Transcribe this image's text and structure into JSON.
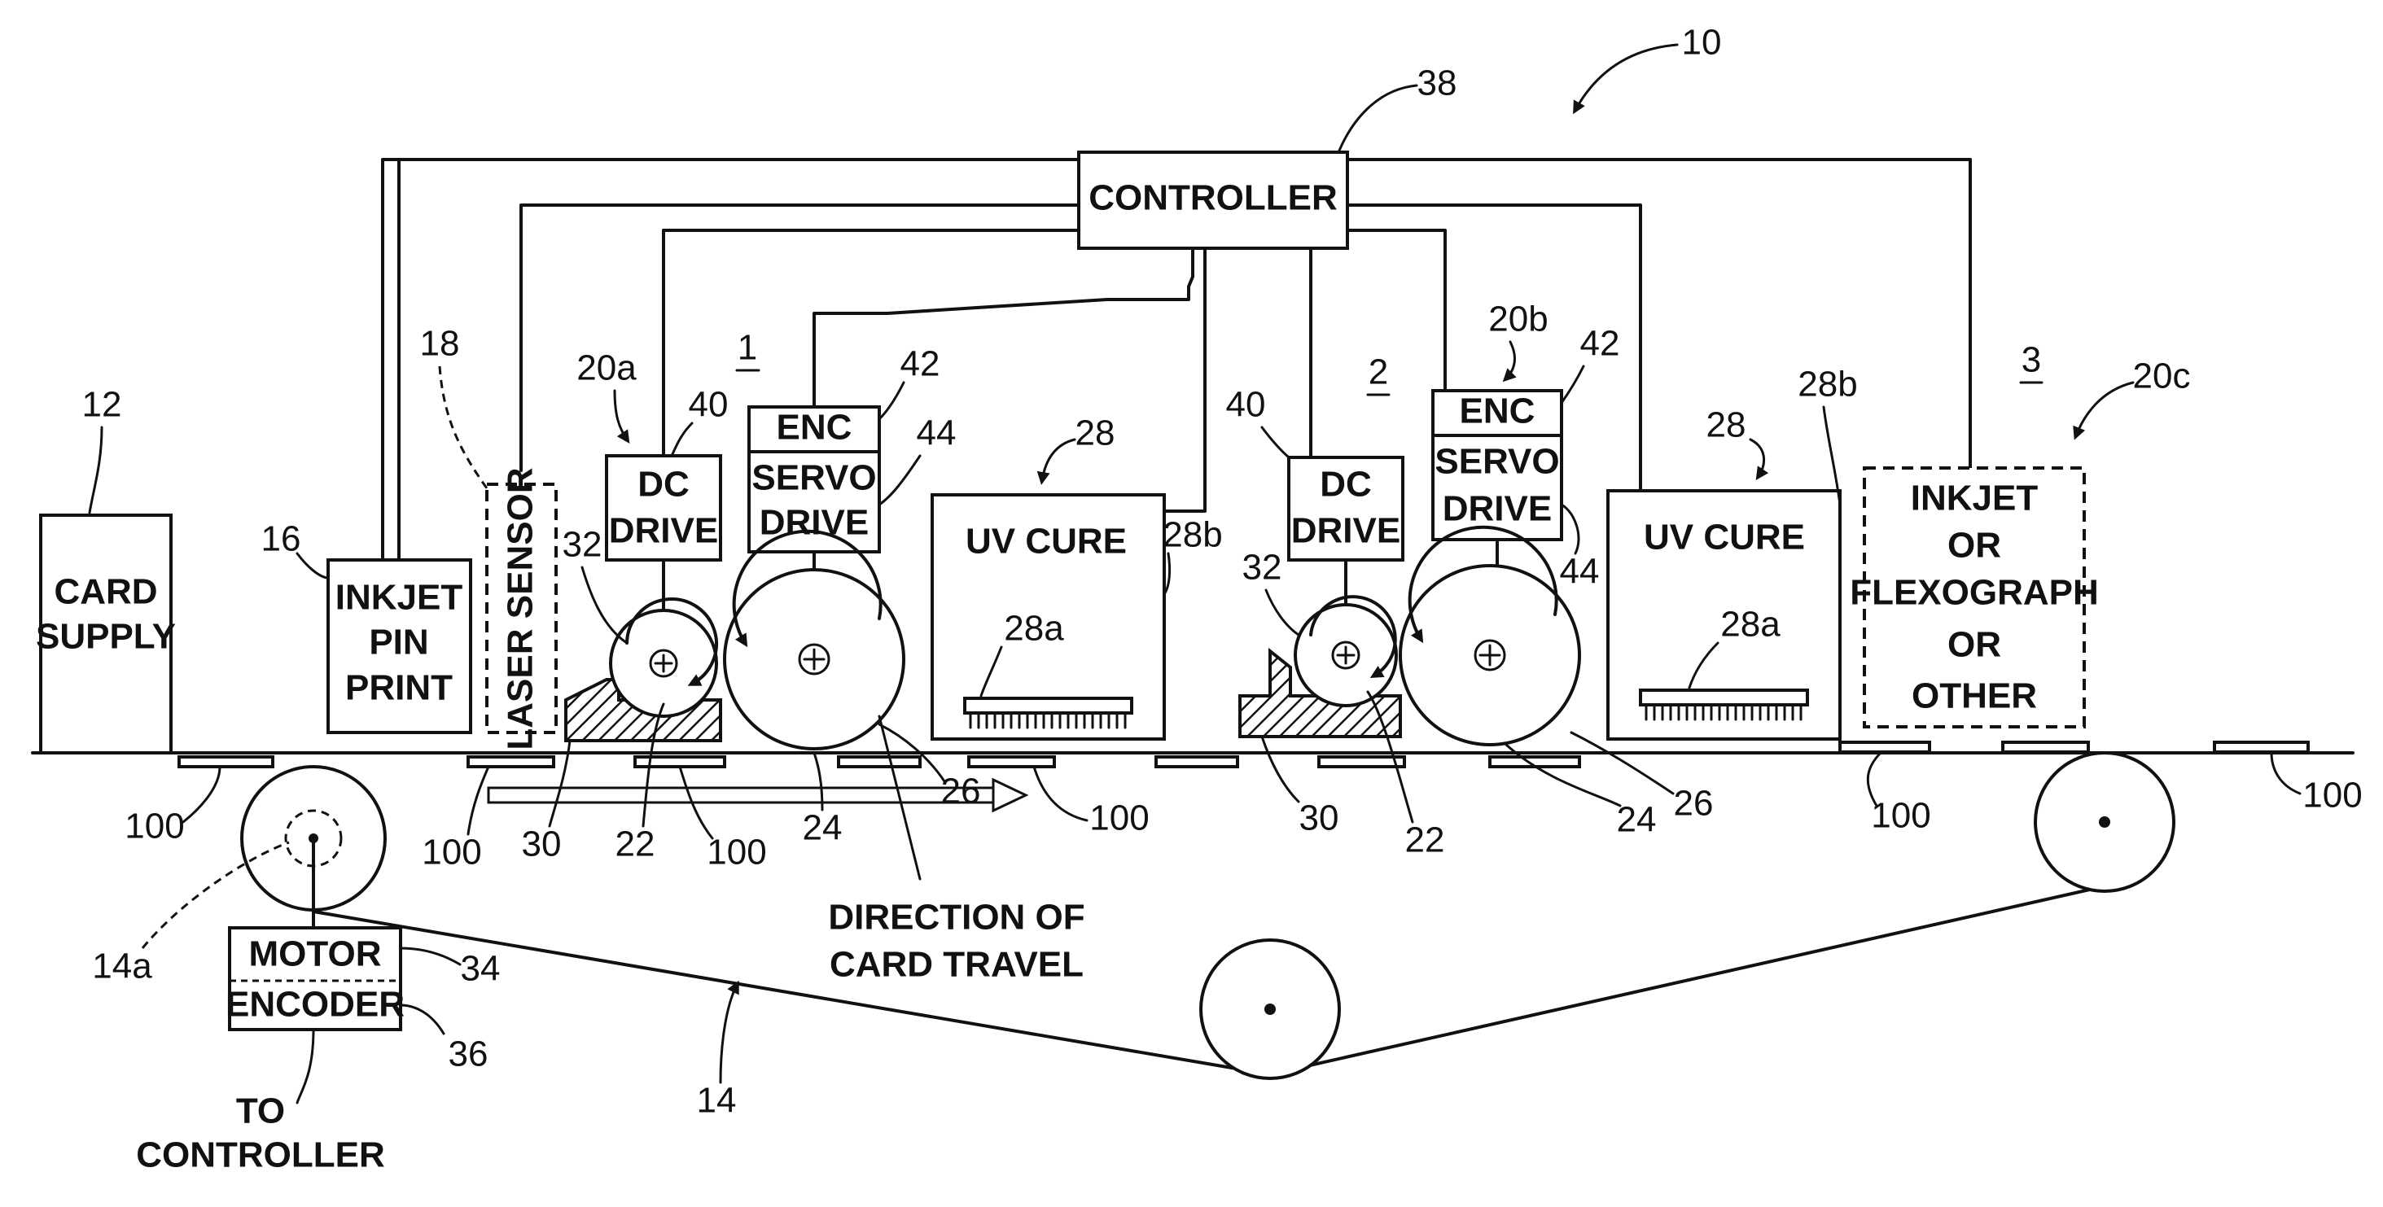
{
  "blocks": {
    "controller": "CONTROLLER",
    "card_supply": [
      "CARD",
      "SUPPLY"
    ],
    "inkjet_pin": [
      "INKJET",
      "PIN",
      "PRINT"
    ],
    "laser_sensor": "LASER SENSOR",
    "dc_drive": [
      "DC",
      "DRIVE"
    ],
    "enc": "ENC",
    "servo_drive": [
      "SERVO",
      "DRIVE"
    ],
    "uv_cure": "UV CURE",
    "station3_box": [
      "INKJET",
      "OR",
      "FLEXOGRAPH",
      "OR",
      "OTHER"
    ],
    "motor": "MOTOR",
    "encoder": "ENCODER",
    "to_controller": [
      "TO",
      "CONTROLLER"
    ],
    "direction": [
      "DIRECTION OF",
      "CARD TRAVEL"
    ]
  },
  "refs": {
    "r10": "10",
    "r38": "38",
    "r12": "12",
    "r16": "16",
    "r18": "18",
    "r20a": "20a",
    "r20b": "20b",
    "r20c": "20c",
    "s1": "1",
    "s2": "2",
    "s3": "3",
    "r40": "40",
    "r42": "42",
    "r44": "44",
    "r28": "28",
    "r28a": "28a",
    "r28b": "28b",
    "r32": "32",
    "r22": "22",
    "r24": "24",
    "r26": "26",
    "r30": "30",
    "r100": "100",
    "r14": "14",
    "r14a": "14a",
    "r34": "34",
    "r36": "36"
  }
}
